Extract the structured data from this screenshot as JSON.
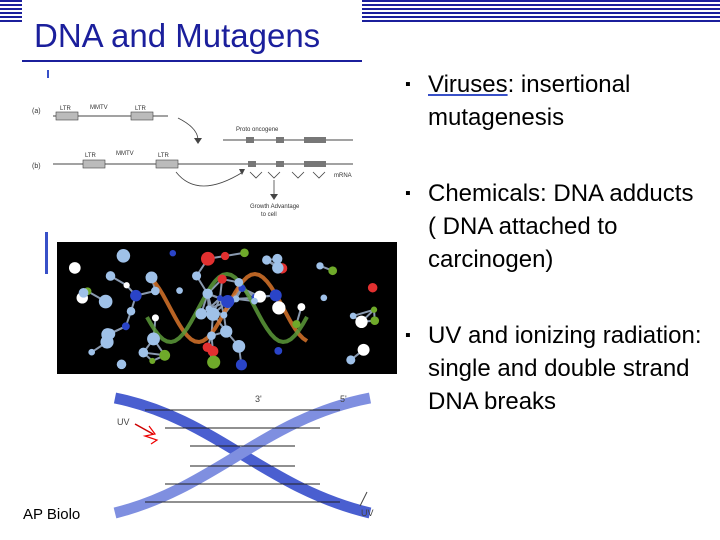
{
  "slide": {
    "title": "DNA and Mutagens",
    "footer": "AP Biolo"
  },
  "bullets": [
    {
      "underlined": "Viruses",
      "rest": ": insertional mutagenesis"
    },
    {
      "text": "Chemicals: DNA adducts ( DNA attached to carcinogen)"
    },
    {
      "text": "UV and ionizing radiation: single and double strand DNA breaks"
    }
  ],
  "figures": {
    "genetic_diagram": {
      "panel_a_label": "(a)",
      "panel_b_label": "(b)",
      "ltr": "LTR",
      "mmtv": "MMTV",
      "proto_oncogene": "Proto oncogene",
      "mrna": "mRNA",
      "growth_line1": "Growth Advantage",
      "growth_line2": "to cell"
    },
    "helix": {
      "uv_top": "UV",
      "uv_bottom": "UV",
      "label_3": "3'",
      "label_5": "5'"
    }
  },
  "colors": {
    "title": "#1b1f9c",
    "band": "#1b1f9c",
    "accent": "#3850c8",
    "helix_blue": "#4a5fd0",
    "molecule_background": "#000000"
  }
}
